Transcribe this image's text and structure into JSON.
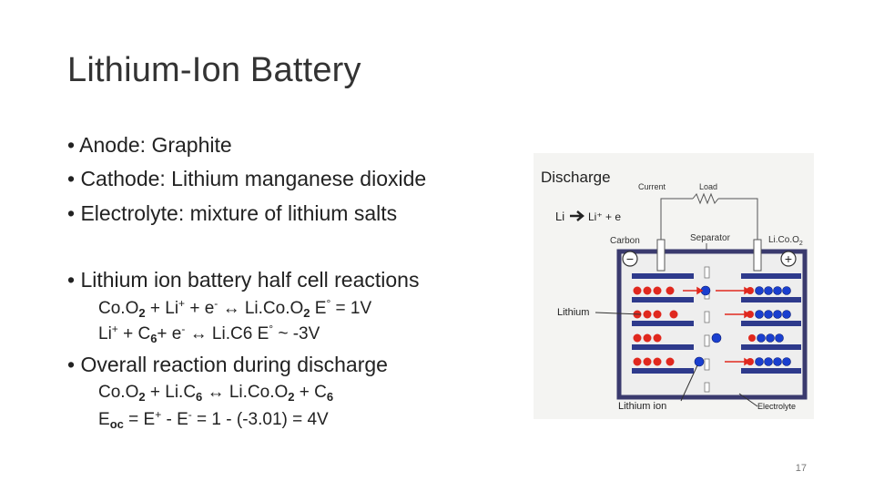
{
  "slide": {
    "title": "Lithium-Ion Battery",
    "page_number": "17"
  },
  "bullets": {
    "b1": "• Anode: Graphite",
    "b2": "• Cathode: Lithium manganese dioxide",
    "b3": "• Electrolyte: mixture of lithium salts",
    "b4": "• Lithium ion battery half cell reactions",
    "b5": "• Overall reaction during discharge"
  },
  "reactions": {
    "r1": {
      "a": "Co.O",
      "a_sub": "2",
      "b": " + Li",
      "b_sup": "+",
      "c": " + e",
      "c_sup": "-",
      "d": " ↔ Li.Co.O",
      "d_sub": "2",
      "e": " E",
      "e_sup": "°",
      "f": " = 1V"
    },
    "r2": {
      "a": "Li",
      "a_sup": "+",
      "b": " + C",
      "b_sub": "6",
      "c": "+ e",
      "c_sup": "-",
      "d": " ↔ Li.C6 E",
      "d_sup": "°",
      "e": " ~ -3V"
    },
    "r3": {
      "a": "Co.O",
      "a_sub": "2",
      "b": " + Li.C",
      "b_sub": "6",
      "c": " ↔ Li.Co.O",
      "c_sub": "2",
      "d": " + C",
      "d_sub": "6"
    },
    "r4": {
      "a": "E",
      "a_sub": "oc",
      "b": " = E",
      "b_sup": "+",
      "c": " - E",
      "c_sup": "-",
      "d": " = 1 - (-3.01) = 4V"
    }
  },
  "diagram": {
    "heading": "Discharge",
    "current": "Current",
    "load": "Load",
    "reaction_li": "Li",
    "reaction_rest": "Li⁺ + e",
    "carbon": "Carbon",
    "separator": "Separator",
    "licoo2": "Li.Co.O",
    "licoo2_sub": "2",
    "minus": "−",
    "plus": "+",
    "lithium": "Lithium",
    "lithium_ion": "Lithium ion",
    "electrolyte": "Electrolyte",
    "colors": {
      "bar": "#2e3a8c",
      "red": "#e0281e",
      "blue": "#1a3fcf",
      "wire": "#555555"
    }
  }
}
